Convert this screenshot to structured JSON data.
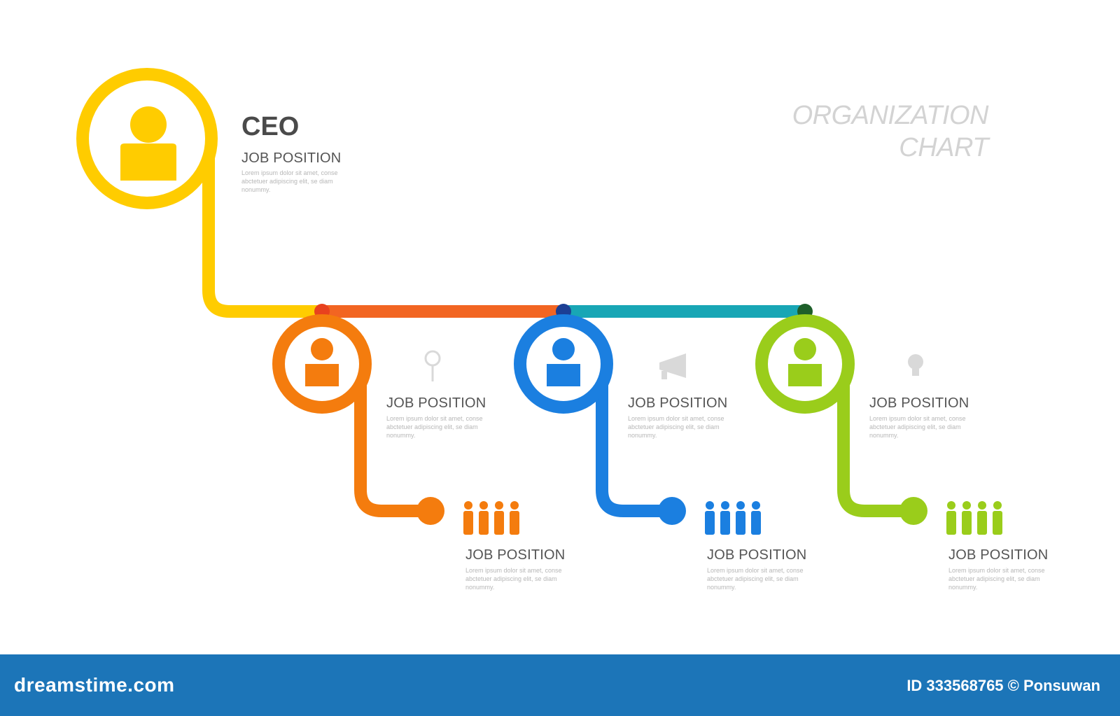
{
  "title": {
    "line1": "ORGANIZATION",
    "line2": "CHART"
  },
  "ceo": {
    "name": "CEO",
    "position": "JOB POSITION",
    "description": "Lorem ipsum dolor sit amet, conse abctetuer adipiscing elit, se diam nonummy."
  },
  "branches": [
    {
      "color": "#f47c0e",
      "position": "JOB POSITION",
      "description": "Lorem ipsum dolor sit amet, conse abctetuer adipiscing elit, se diam nonummy.",
      "icon": "magnifier-icon",
      "team": {
        "position": "JOB POSITION",
        "description": "Lorem ipsum dolor sit amet, conse abctetuer adipiscing elit, se diam nonummy."
      }
    },
    {
      "color": "#1b7fe0",
      "position": "JOB POSITION",
      "description": "Lorem ipsum dolor sit amet, conse abctetuer adipiscing elit, se diam nonummy.",
      "icon": "megaphone-icon",
      "team": {
        "position": "JOB POSITION",
        "description": "Lorem ipsum dolor sit amet, conse abctetuer adipiscing elit, se diam nonummy."
      }
    },
    {
      "color": "#9acd1b",
      "position": "JOB POSITION",
      "description": "Lorem ipsum dolor sit amet, conse abctetuer adipiscing elit, se diam nonummy.",
      "icon": "lightbulb-icon",
      "team": {
        "position": "JOB POSITION",
        "description": "Lorem ipsum dolor sit amet, conse abctetuer adipiscing elit, se diam nonummy."
      }
    }
  ],
  "colors": {
    "ceo": "#ffcc00",
    "orange_link": "#f26522",
    "teal_link": "#18a6b5"
  },
  "footer": {
    "brand": "dreamstime.com",
    "meta": "ID 333568765 © Ponsuwan"
  }
}
